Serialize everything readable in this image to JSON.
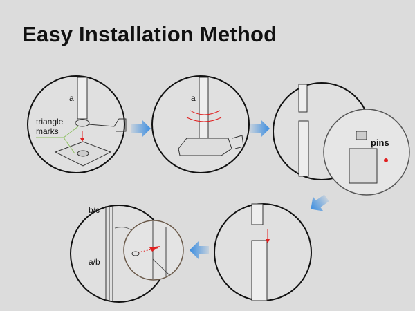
{
  "title": "Easy Installation Method",
  "steps": {
    "step1": {
      "label_a": "a",
      "label_marks": "triangle marks",
      "label_marks_line1": "triangle",
      "label_marks_line2": "marks"
    },
    "step2": {
      "label_a": "a"
    },
    "step3": {
      "label_pins": "pins"
    },
    "step5": {
      "label_top": "b/c",
      "label_bottom": "a/b"
    }
  },
  "colors": {
    "arrow": "#3b8de0",
    "accent": "#e02020",
    "marks_line": "#8cc060"
  }
}
